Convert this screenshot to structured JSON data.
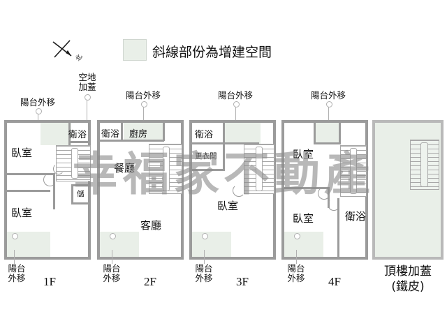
{
  "compass": {
    "label": "北",
    "icon": "north-arrow-icon"
  },
  "legend": {
    "swatch_color": "#e9efe8",
    "text": "斜線部份為增建空間"
  },
  "watermark": {
    "text": "幸福家不動產"
  },
  "colors": {
    "addition_fill": "#e9efe8",
    "wall": "#9b9b9b",
    "wall_light": "#b9b9b9",
    "leader": "#b0b0b0",
    "background": "#ffffff"
  },
  "annotations": {
    "top": [
      {
        "text": "陽台外移",
        "unit": "1F"
      },
      {
        "text": "空地\n加蓋",
        "unit": "1F"
      },
      {
        "text": "陽台外移",
        "unit": "2F"
      },
      {
        "text": "陽台外移",
        "unit": "3F"
      },
      {
        "text": "陽台外移",
        "unit": "4F"
      }
    ],
    "bottom": [
      {
        "text": "陽台\n外移",
        "unit": "1F"
      },
      {
        "text": "陽台\n外移",
        "unit": "2F"
      },
      {
        "text": "陽台\n外移",
        "unit": "3F"
      },
      {
        "text": "陽台\n外移",
        "unit": "4F"
      }
    ]
  },
  "floors": [
    {
      "id": "1F",
      "name": "1F",
      "rooms": [
        {
          "name": "臥室",
          "type": "bedroom"
        },
        {
          "name": "臥室",
          "type": "bedroom"
        },
        {
          "name": "衛浴",
          "type": "bathroom"
        },
        {
          "name": "儲",
          "type": "storage"
        }
      ],
      "has_stairs": true
    },
    {
      "id": "2F",
      "name": "2F",
      "rooms": [
        {
          "name": "衛浴",
          "type": "bathroom"
        },
        {
          "name": "廚房",
          "type": "kitchen"
        },
        {
          "name": "餐廳",
          "type": "dining"
        },
        {
          "name": "客廳",
          "type": "living"
        }
      ],
      "has_stairs": true
    },
    {
      "id": "3F",
      "name": "3F",
      "rooms": [
        {
          "name": "衛浴",
          "type": "bathroom"
        },
        {
          "name": "更衣間",
          "type": "closet"
        },
        {
          "name": "臥室",
          "type": "bedroom"
        }
      ],
      "has_stairs": true
    },
    {
      "id": "4F",
      "name": "4F",
      "rooms": [
        {
          "name": "臥室",
          "type": "bedroom"
        },
        {
          "name": "臥室",
          "type": "bedroom"
        },
        {
          "name": "衛浴",
          "type": "bathroom"
        }
      ],
      "has_stairs": true
    },
    {
      "id": "RF",
      "name": "頂樓加蓋\n(鐵皮)",
      "name_line1": "頂樓加蓋",
      "name_line2": "(鐵皮)",
      "rooms": [],
      "has_stairs": true
    }
  ]
}
